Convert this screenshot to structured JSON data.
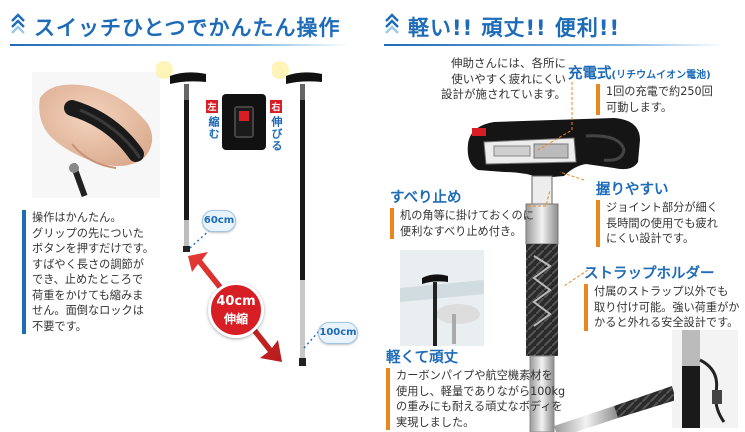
{
  "left": {
    "header_title": "スイッチひとつでかんたん操作",
    "operation_text": "操作はかんたん。\nグリップの先についた\nボタンを押すだけです。\nすばやく長さの調節が\nでき、止めたところで\n荷重をかけても縮みま\nせん。面倒なロックは\n不要です。",
    "left_tag": "左",
    "left_label": "縮む",
    "right_tag": "右",
    "right_label": "伸びる",
    "len_short": "60cm",
    "len_long": "100cm",
    "range_value": "40cm",
    "range_label": "伸縮"
  },
  "right": {
    "header_title": "軽い!! 頑丈!! 便利!!",
    "intro_text": "伸助さんには、各所に\n使いやすく疲れにくい\n設計が施されています。",
    "features": {
      "charge": {
        "title": "充電式",
        "sub": "(リチウムイオン電池)",
        "text": "1回の充電で約250回\n可動します。"
      },
      "nonslip": {
        "title": "すべり止め",
        "text": "机の角等に掛けておくのに\n便利なすべり止め付き。"
      },
      "grip": {
        "title": "握りやすい",
        "text": "ジョイント部分が細く\n長時間の使用でも疲れ\nにくい設計です。"
      },
      "strap": {
        "title": "ストラップホルダー",
        "text": "付属のストラップ以外でも\n取り付け可能。強い荷重がか\nかると外れる安全設計です。"
      },
      "sturdy": {
        "title": "軽くて頑丈",
        "text": "カーボンパイプや航空機素材を\n使用し、軽量でありながら100kg\nの重みにも耐える頑丈なボディを\n実現しました。"
      }
    }
  },
  "colors": {
    "accent": "#1e6bb8",
    "orange": "#e8871e",
    "red": "#d61e24"
  }
}
